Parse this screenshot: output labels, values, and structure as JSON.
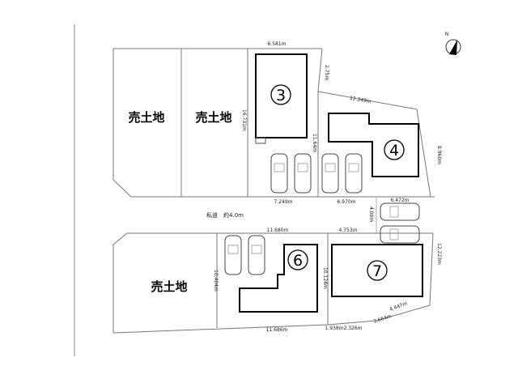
{
  "map": {
    "sale_label": "売土地",
    "road_label": "私道　約4.0m",
    "lots": [
      {
        "number": "3"
      },
      {
        "number": "4"
      },
      {
        "number": "6"
      },
      {
        "number": "7"
      }
    ],
    "dimensions": {
      "d1": "6.581m",
      "d2": "2.75m",
      "d3": "12.349m",
      "d4": "16.731m",
      "d5": "11.64m",
      "d6": "8.960m",
      "d7": "7.249m",
      "d8": "6.970m",
      "d9": "6.472m",
      "d10": "4.00m",
      "d11": "11.680m",
      "d12": "4.753m",
      "d13": "12.223m",
      "d14": "10.404m",
      "d15": "10.124m",
      "d16": "4.447m",
      "d17": "3.664m",
      "d18": "11.686m",
      "d19": "1.938m",
      "d20": "2.326m"
    },
    "compass": {
      "label": "N"
    }
  }
}
